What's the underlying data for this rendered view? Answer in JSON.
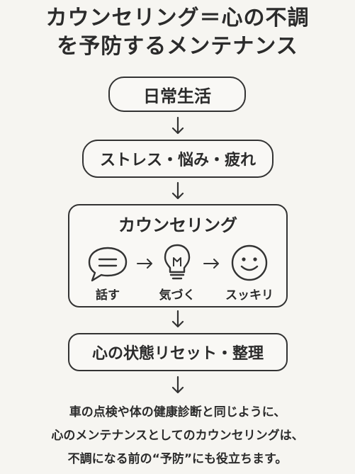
{
  "title": {
    "line1": "カウンセリング＝心の不調",
    "line2": "を予防するメンテナンス"
  },
  "flow": {
    "step1": "日常生活",
    "step2": "ストレス・悩み・疲れ",
    "step3": {
      "title": "カウンセリング",
      "items": [
        {
          "label": "話す",
          "icon": "speech-bubble-icon"
        },
        {
          "label": "気づく",
          "icon": "lightbulb-icon"
        },
        {
          "label": "スッキリ",
          "icon": "smiley-icon"
        }
      ]
    },
    "step4": "心の状態リセット・整理"
  },
  "body": {
    "line1": "車の点検や体の健康診断と同じように、",
    "line2": "心のメンテナンスとしてのカウンセリングは、",
    "line3": "不調になる前の“予防”にも役立ちます。"
  }
}
